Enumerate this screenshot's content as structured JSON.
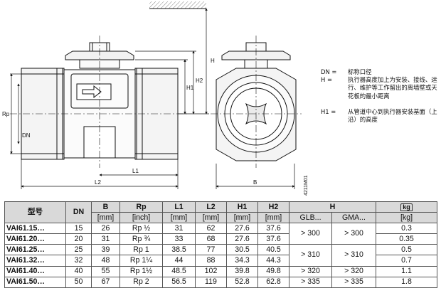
{
  "drawing": {
    "dim_labels": {
      "h": "H",
      "h1": "H1",
      "h2": "H2",
      "rp": "Rp",
      "dn": "DN",
      "l1": "L1",
      "l2": "L2",
      "b": "B",
      "drawing_id": "4211M01"
    }
  },
  "legend": [
    {
      "key": "DN =",
      "text": "标称口径"
    },
    {
      "key": "H =",
      "text": "执行器高度加上为安装、接线、运行、维护等工作留出的离墙壁或天花板的最小距离"
    },
    {
      "key": "H1 =",
      "text": "从管道中心到执行器安装基面（上沿）的高度"
    }
  ],
  "table": {
    "headers": {
      "model": "型号",
      "dn": "DN",
      "b": "B",
      "rp": "Rp",
      "l1": "L1",
      "l2": "L2",
      "h1": "H1",
      "h2": "H2",
      "h": "H",
      "h_glb": "GLB...",
      "h_gma": "GMA...",
      "weight_icon": "kg"
    },
    "units": {
      "b": "[mm]",
      "rp": "[inch]",
      "l1": "[mm]",
      "l2": "[mm]",
      "h1": "[mm]",
      "h2": "[mm]",
      "weight": "[kg]"
    },
    "rows": [
      {
        "model": "VAI61.15…",
        "dn": "15",
        "b": "26",
        "rp": "Rp ½",
        "l1": "31",
        "l2": "62",
        "h1": "27.6",
        "h2": "37.6",
        "weight": "0.3"
      },
      {
        "model": "VAI61.20…",
        "dn": "20",
        "b": "31",
        "rp": "Rp ¾",
        "l1": "33",
        "l2": "68",
        "h1": "27.6",
        "h2": "37.6",
        "weight": "0.35"
      },
      {
        "model": "VAI61.25…",
        "dn": "25",
        "b": "39",
        "rp": "Rp 1",
        "l1": "38.5",
        "l2": "77",
        "h1": "30.5",
        "h2": "40.5",
        "weight": "0.5"
      },
      {
        "model": "VAI61.32…",
        "dn": "32",
        "b": "48",
        "rp": "Rp 1¼",
        "l1": "44",
        "l2": "88",
        "h1": "34.3",
        "h2": "44.3",
        "weight": "0.7"
      },
      {
        "model": "VAI61.40…",
        "dn": "40",
        "b": "55",
        "rp": "Rp 1½",
        "l1": "48.5",
        "l2": "102",
        "h1": "39.8",
        "h2": "49.8",
        "weight": "1.1"
      },
      {
        "model": "VAI61.50…",
        "dn": "50",
        "b": "67",
        "rp": "Rp 2",
        "l1": "56.5",
        "l2": "119",
        "h1": "52.8",
        "h2": "62.8",
        "weight": "1.8"
      }
    ],
    "h_groups": [
      {
        "glb": "> 300",
        "gma": "> 300"
      },
      {
        "glb": "> 310",
        "gma": "> 310"
      },
      {
        "glb": "> 320",
        "gma": "> 320"
      },
      {
        "glb": "> 335",
        "gma": "> 335"
      }
    ]
  }
}
